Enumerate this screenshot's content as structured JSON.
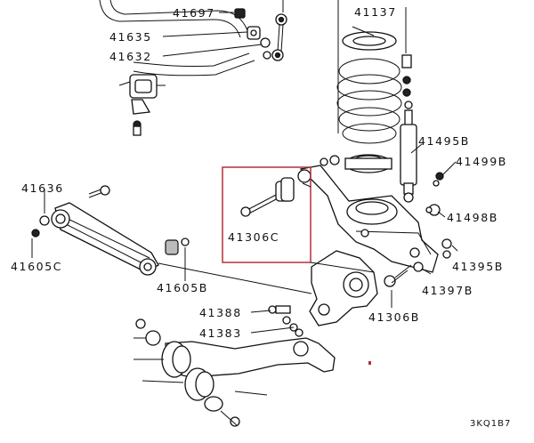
{
  "labels": {
    "l41697": "41697",
    "l41635": "41635",
    "l41632": "41632",
    "l41137": "41137",
    "l41495b": "41495B",
    "l41499b": "41499B",
    "l41636": "41636",
    "l41306c": "41306C",
    "l41498b": "41498B",
    "l41605c": "41605C",
    "l41605b": "41605B",
    "l41395b": "41395B",
    "l41397b": "41397B",
    "l41388": "41388",
    "l41306b": "41306B",
    "l41383": "41383",
    "code": "3KQ1B7"
  },
  "colors": {
    "line": "#111111",
    "highlight_box": "#b0303a",
    "background": "#ffffff"
  }
}
